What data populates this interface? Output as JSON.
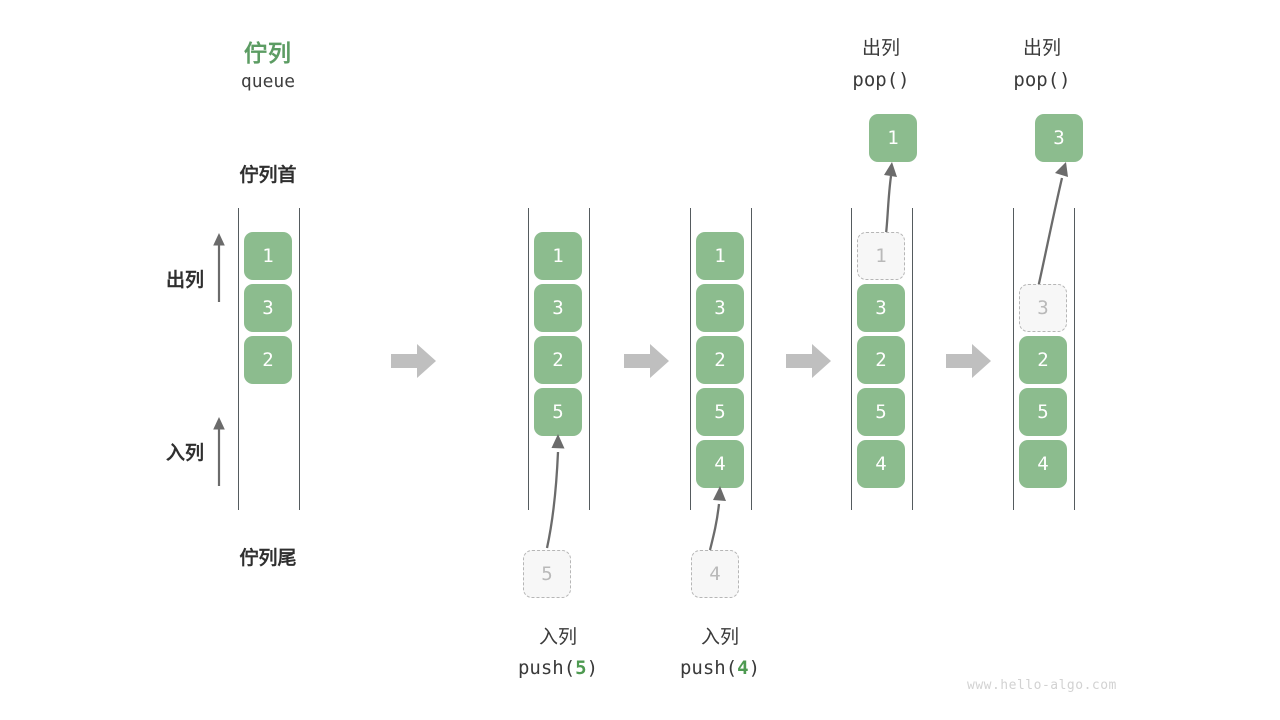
{
  "diagram": {
    "title_cn": "佇列",
    "title_code": "queue",
    "head_label": "佇列首",
    "tail_label": "佇列尾",
    "dequeue_label": "出列",
    "enqueue_label": "入列",
    "watermark": "www.hello-algo.com",
    "colors": {
      "accent_green": "#8cbc8e",
      "title_green": "#5c9c63",
      "code_green": "#4e9a51",
      "ghost_fill": "#f7f7f7",
      "ghost_border": "#b6b6b6",
      "ghost_text": "#b9b9b9",
      "rail": "#555b5e",
      "arrow_grey": "#6b6b6b",
      "flow_arrow_grey": "#bfbfbf",
      "text_dark": "#2f2f2f",
      "watermark_grey": "#d2d2d2"
    }
  },
  "columns": [
    {
      "id": "initial",
      "cells": [
        {
          "value": "1",
          "state": "solid"
        },
        {
          "value": "3",
          "state": "solid"
        },
        {
          "value": "2",
          "state": "solid"
        }
      ]
    },
    {
      "id": "after-push-5",
      "cells": [
        {
          "value": "1",
          "state": "solid"
        },
        {
          "value": "3",
          "state": "solid"
        },
        {
          "value": "2",
          "state": "solid"
        },
        {
          "value": "5",
          "state": "solid"
        }
      ],
      "incoming": {
        "value": "5",
        "state": "ghost"
      },
      "op_cn": "入列",
      "op_code_prefix": "push(",
      "op_code_num": "5",
      "op_code_suffix": ")"
    },
    {
      "id": "after-push-4",
      "cells": [
        {
          "value": "1",
          "state": "solid"
        },
        {
          "value": "3",
          "state": "solid"
        },
        {
          "value": "2",
          "state": "solid"
        },
        {
          "value": "5",
          "state": "solid"
        },
        {
          "value": "4",
          "state": "solid"
        }
      ],
      "incoming": {
        "value": "4",
        "state": "ghost"
      },
      "op_cn": "入列",
      "op_code_prefix": "push(",
      "op_code_num": "4",
      "op_code_suffix": ")"
    },
    {
      "id": "after-pop-1",
      "cells": [
        {
          "value": "1",
          "state": "ghost"
        },
        {
          "value": "3",
          "state": "solid"
        },
        {
          "value": "2",
          "state": "solid"
        },
        {
          "value": "5",
          "state": "solid"
        },
        {
          "value": "4",
          "state": "solid"
        }
      ],
      "popped": {
        "value": "1",
        "state": "solid"
      },
      "op_cn": "出列",
      "op_code": "pop()"
    },
    {
      "id": "after-pop-3",
      "cells": [
        {
          "value": "",
          "state": "empty"
        },
        {
          "value": "3",
          "state": "ghost"
        },
        {
          "value": "2",
          "state": "solid"
        },
        {
          "value": "5",
          "state": "solid"
        },
        {
          "value": "4",
          "state": "solid"
        }
      ],
      "popped": {
        "value": "3",
        "state": "solid"
      },
      "op_cn": "出列",
      "op_code": "pop()"
    }
  ]
}
